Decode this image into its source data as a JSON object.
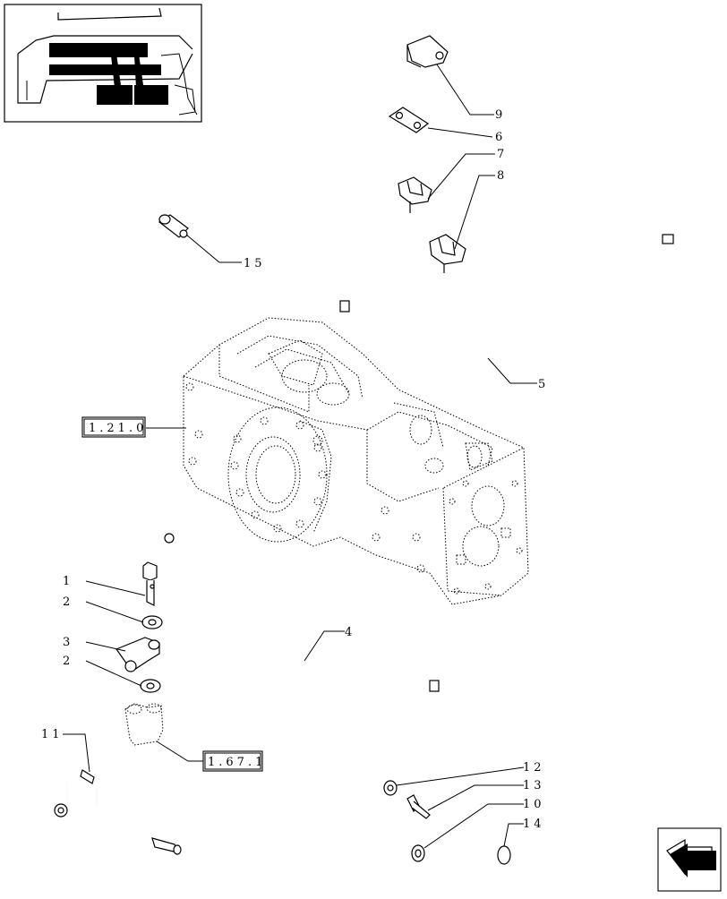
{
  "refs": [
    "1.21.0",
    "1.67.1"
  ],
  "labels": {
    "1": "1",
    "2": "2",
    "3": "3",
    "4": "4",
    "5": "5",
    "6": "6",
    "7": "7",
    "8": "8",
    "9": "9",
    "10": "10",
    "11": "11",
    "12": "12",
    "13": "13",
    "14": "14",
    "15": "15"
  },
  "icons": {
    "navigation": "page-back-arrow-icon"
  }
}
